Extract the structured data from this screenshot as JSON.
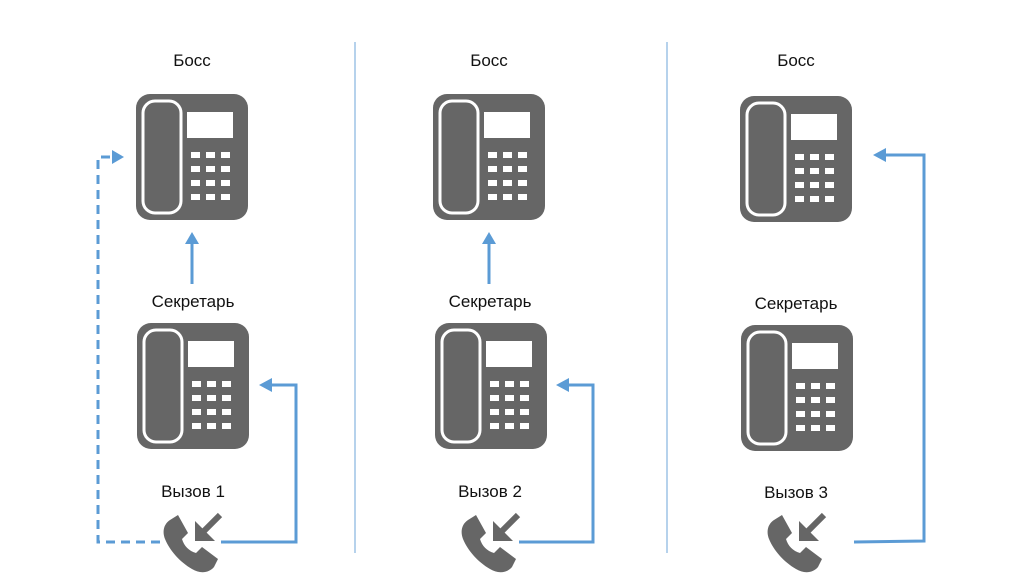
{
  "colors": {
    "phone": "#666666",
    "arrow": "#5b9bd5",
    "divider": "#9dc3e6"
  },
  "icons": {
    "desk_phone": "desk-phone-icon",
    "incoming_call": "incoming-call-icon"
  },
  "scenarios": [
    {
      "boss_label": "Босс",
      "secretary_label": "Секретарь",
      "call_label": "Вызов 1"
    },
    {
      "boss_label": "Босс",
      "secretary_label": "Секретарь",
      "call_label": "Вызов 2"
    },
    {
      "boss_label": "Босс",
      "secretary_label": "Секретарь",
      "call_label": "Вызов 3"
    }
  ]
}
